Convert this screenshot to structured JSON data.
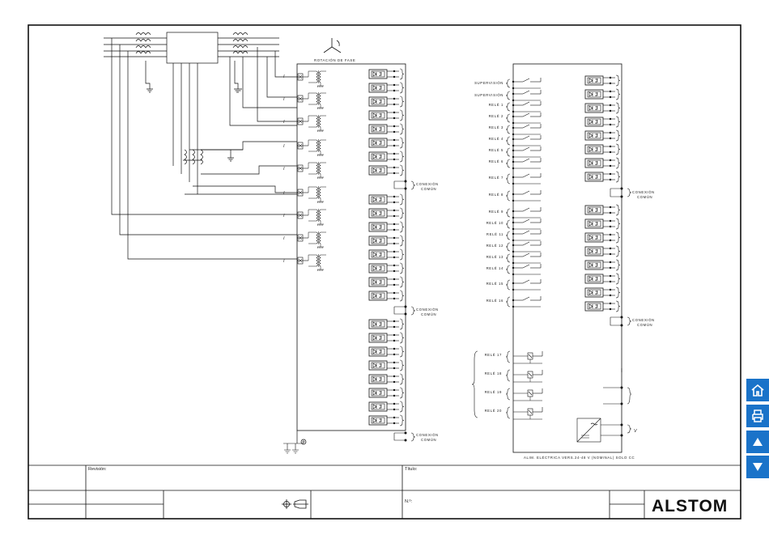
{
  "diagram": {
    "phase_rotation_label": "ROTACIÓN DE FASE",
    "common_connection_label_1": "CONEXIÓN",
    "common_connection_label_2": "COMÚN",
    "current_input_symbol": "I",
    "supply_note": "ALIM. ELÉCTRICA VERS.24-48 V (NOMINAL) SOLO CC",
    "watchdog_labels": [
      "SUPERVISIÓN",
      "SUPERVISIÓN"
    ],
    "relay_labels": [
      "RELÉ 1",
      "RELÉ 2",
      "RELÉ 3",
      "RELÉ 4",
      "RELÉ 5",
      "RELÉ 6",
      "RELÉ 7",
      "RELÉ 8",
      "RELÉ 9",
      "RELÉ 10",
      "RELÉ 11",
      "RELÉ 12",
      "RELÉ 13",
      "RELÉ 14",
      "RELÉ 15",
      "RELÉ 16"
    ],
    "fast_relay_labels": [
      "RELÉ 17",
      "RELÉ 18",
      "RELÉ 19",
      "RELÉ 20"
    ],
    "supply_symbol": "V"
  },
  "title_block": {
    "revision_label": "Revisión:",
    "title_label": "Título:",
    "number_label": "N.º:",
    "logo_text": "ALSTOM"
  },
  "nav": {
    "buttons": [
      "home-icon",
      "printer-icon",
      "triangle-up-icon",
      "triangle-down-icon"
    ],
    "button_color": "#1a73c9"
  }
}
